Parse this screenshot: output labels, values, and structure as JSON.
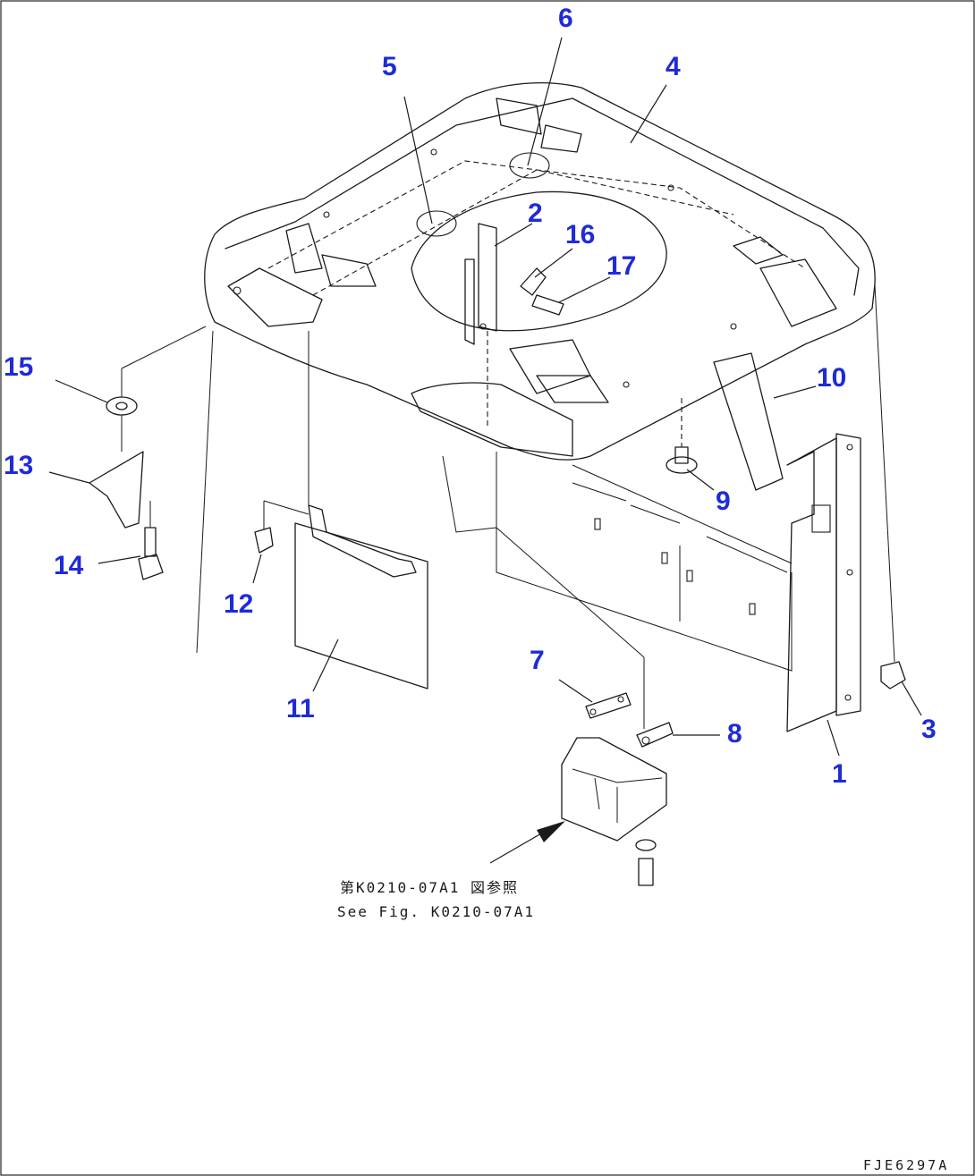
{
  "callouts": [
    "1",
    "2",
    "3",
    "4",
    "5",
    "6",
    "7",
    "8",
    "9",
    "10",
    "11",
    "12",
    "13",
    "14",
    "15",
    "16",
    "17"
  ],
  "note": {
    "line_jp": "第K0210-07A1 図参照",
    "line_en": "See Fig. K0210-07A1"
  },
  "figure_code": "FJE6297A",
  "colors": {
    "callout": "#1f2bd6",
    "line": "#1a1a1a",
    "background": "#ffffff"
  }
}
